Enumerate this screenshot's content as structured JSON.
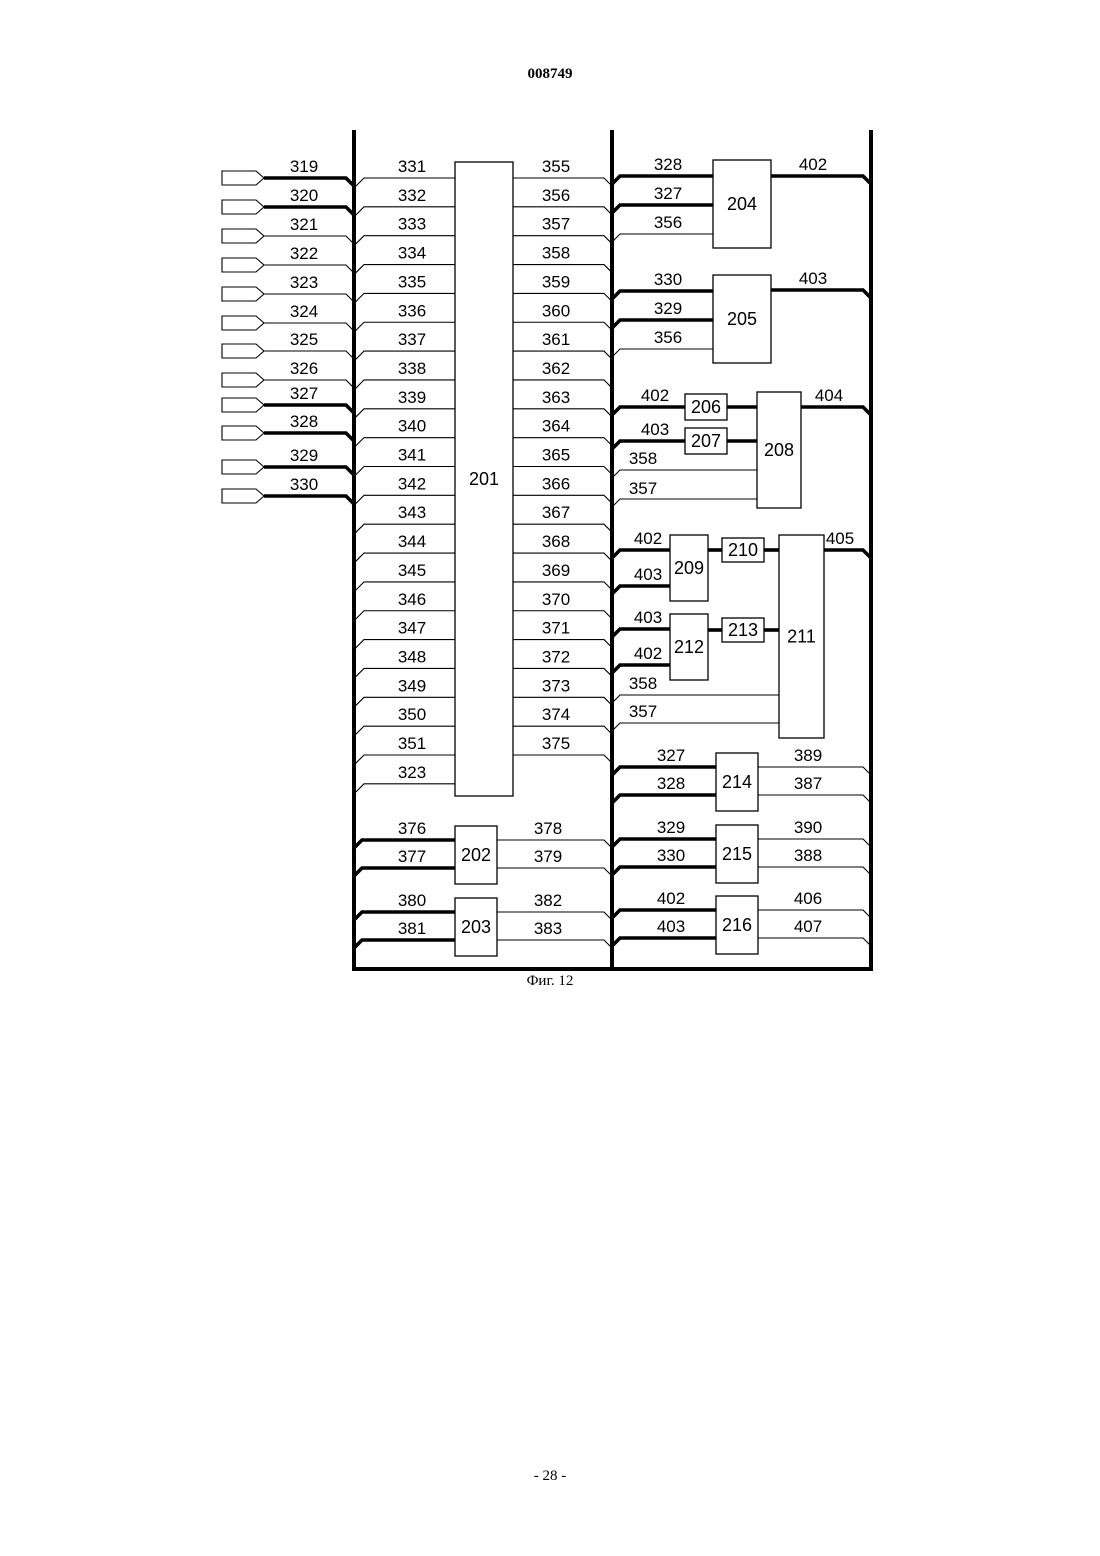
{
  "document_number": "008749",
  "figure_caption": "Фиг. 12",
  "page_number": "- 28 -",
  "inputs": [
    "319",
    "320",
    "321",
    "322",
    "323",
    "324",
    "325",
    "326",
    "327",
    "328",
    "329",
    "330"
  ],
  "block_201": {
    "label": "201",
    "left_signals": [
      "331",
      "332",
      "333",
      "334",
      "335",
      "336",
      "337",
      "338",
      "339",
      "340",
      "341",
      "342",
      "343",
      "344",
      "345",
      "346",
      "347",
      "348",
      "349",
      "350",
      "351",
      "323"
    ],
    "right_signals": [
      "355",
      "356",
      "357",
      "358",
      "359",
      "360",
      "361",
      "362",
      "363",
      "364",
      "365",
      "366",
      "367",
      "368",
      "369",
      "370",
      "371",
      "372",
      "373",
      "374",
      "375"
    ]
  },
  "block_202": {
    "label": "202",
    "in": [
      "376",
      "377"
    ],
    "out": [
      "378",
      "379"
    ]
  },
  "block_203": {
    "label": "203",
    "in": [
      "380",
      "381"
    ],
    "out": [
      "382",
      "383"
    ]
  },
  "block_204": {
    "label": "204",
    "in": [
      "328",
      "327",
      "356"
    ],
    "out": "402"
  },
  "block_205": {
    "label": "205",
    "in": [
      "330",
      "329",
      "356"
    ],
    "out": "403"
  },
  "group_208": {
    "b206": "206",
    "b207": "207",
    "b208": "208",
    "in": [
      "402",
      "403",
      "358",
      "357"
    ],
    "out": "404"
  },
  "group_211": {
    "b209": "209",
    "b210": "210",
    "b211": "211",
    "b212": "212",
    "b213": "213",
    "in209": [
      "402",
      "403"
    ],
    "in212": [
      "403",
      "402"
    ],
    "in211": [
      "358",
      "357"
    ],
    "out": "405"
  },
  "block_214": {
    "label": "214",
    "in": [
      "327",
      "328"
    ],
    "out": [
      "389",
      "387"
    ]
  },
  "block_215": {
    "label": "215",
    "in": [
      "329",
      "330"
    ],
    "out": [
      "390",
      "388"
    ]
  },
  "block_216": {
    "label": "216",
    "in": [
      "402",
      "403"
    ],
    "out": [
      "406",
      "407"
    ]
  }
}
